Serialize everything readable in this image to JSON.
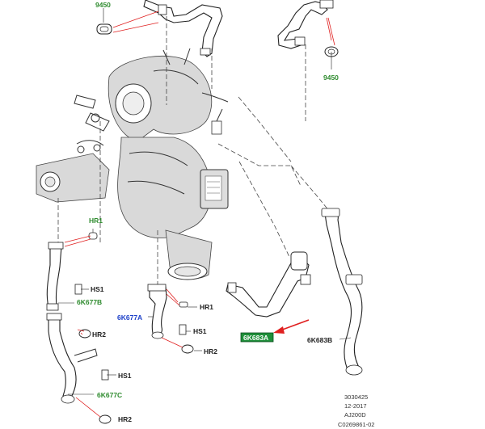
{
  "callouts": {
    "seal_top_left": "9450",
    "seal_top_right": "9450",
    "hr1_left": "HR1",
    "hs1_left": "HS1",
    "pipe_6k677b": "6K677B",
    "hr2_left_top": "HR2",
    "hs1_left_bottom": "HS1",
    "pipe_6k677c": "6K677C",
    "hr2_left_bottom": "HR2",
    "pipe_6k677a": "6K677A",
    "hr1_center": "HR1",
    "hs1_center": "HS1",
    "hr2_center": "HR2",
    "pipe_6k683a": "6K683A",
    "pipe_6k683b": "6K683B"
  },
  "footer": {
    "line1": "3030425",
    "line2": "12-2017",
    "line3": "AJ200D",
    "line4": "C0269861-02"
  },
  "colors": {
    "label_green": "#2e8b2e",
    "label_blue": "#1a3ec8",
    "highlight_box": "#1f8f3a",
    "arrow_red": "#e02020",
    "seal_leader_red": "#e02020"
  }
}
